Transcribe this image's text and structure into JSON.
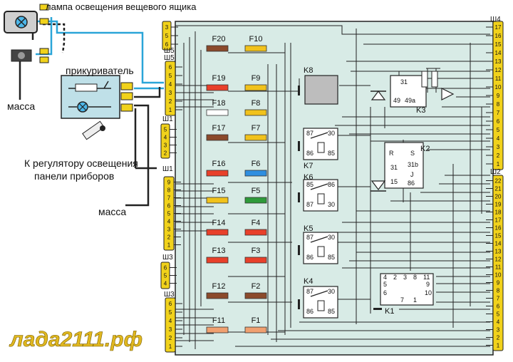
{
  "labels": {
    "glovebox_lamp": "лампа освещения вещевого ящика",
    "ground_1": "масса",
    "lighter": "прикуриватель",
    "dash_regulator_line1": "К регулятору освещения",
    "dash_regulator_line2": "панели приборов",
    "ground_2": "масса",
    "watermark": "лада2111.рф"
  },
  "connectors": {
    "sh5_top": "Ш5",
    "sh5": "Ш5",
    "sh1_top": "Ш1",
    "sh1": "Ш1",
    "sh3_top": "Ш3",
    "sh3": "Ш3",
    "sh4": "Ш4",
    "sh2": "Ш2"
  },
  "fuses_left": [
    "F20",
    "F19",
    "F18",
    "F17",
    "F16",
    "F15",
    "F14",
    "F13",
    "F12",
    "F11"
  ],
  "fuses_right": [
    "F10",
    "F9",
    "F8",
    "F7",
    "F6",
    "F5",
    "F4",
    "F3",
    "F2",
    "F1"
  ],
  "fuse_colors_left": [
    "#8b4a2b",
    "#e8402a",
    "#ffffff",
    "#8b4a2b",
    "#e8402a",
    "#f1c21b",
    "#e8402a",
    "#e8402a",
    "#8b4a2b",
    "#f0a070"
  ],
  "fuse_colors_right": [
    "#f1c21b",
    "#f1c21b",
    "#f1c21b",
    "#f1c21b",
    "#2f8fe0",
    "#2e9a3a",
    "#e8402a",
    "#e8402a",
    "#8b4a2b",
    "#f0a070"
  ],
  "relays": {
    "k8": "K8",
    "k7": "K7",
    "k6": "K6",
    "k5": "K5",
    "k4": "K4",
    "k3": "K3",
    "k2": "K2",
    "k1": "K1"
  },
  "relay_pins": {
    "k7": [
      "87",
      "30",
      "86",
      "85"
    ],
    "k6": [
      "85",
      "86",
      "87",
      "30"
    ],
    "k5": [
      "87",
      "30",
      "86",
      "85"
    ],
    "k4": [
      "87",
      "30",
      "86",
      "85"
    ],
    "k3": [
      "31",
      "49",
      "49a"
    ],
    "k2": [
      "R",
      "S",
      "31",
      "31b",
      "15",
      "J",
      "86"
    ],
    "k1": [
      "4",
      "2",
      "3",
      "8",
      "11",
      "5",
      "9",
      "6",
      "10",
      "7",
      "1"
    ]
  },
  "pins": {
    "sh5_top": [
      "3",
      "5",
      "6"
    ],
    "sh5": [
      "6",
      "5",
      "4",
      "3",
      "2",
      "1"
    ],
    "sh1_top": [
      "5",
      "4",
      "3",
      "2"
    ],
    "sh1": [
      "9",
      "8",
      "7",
      "6",
      "5",
      "4",
      "3",
      "2",
      "1"
    ],
    "sh3_top": [
      "6",
      "5",
      "4"
    ],
    "sh3": [
      "6",
      "5",
      "4",
      "3",
      "2",
      "1"
    ],
    "sh4": [
      "17",
      "16",
      "15",
      "14",
      "13",
      "12",
      "11",
      "10",
      "9",
      "8",
      "7",
      "6",
      "5",
      "4",
      "3",
      "2",
      "1"
    ],
    "sh2": [
      "22",
      "21",
      "20",
      "19",
      "18",
      "17",
      "16",
      "15",
      "14",
      "13",
      "12",
      "11",
      "10",
      "9",
      "8",
      "7",
      "6",
      "5",
      "4",
      "3",
      "2",
      "1"
    ]
  }
}
